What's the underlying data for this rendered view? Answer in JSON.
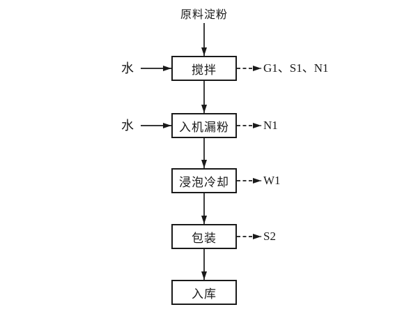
{
  "diagram": {
    "source": "原料淀粉",
    "steps": [
      {
        "label": "搅拌"
      },
      {
        "label": "入机漏粉"
      },
      {
        "label": "浸泡冷却"
      },
      {
        "label": "包装"
      },
      {
        "label": "入库"
      }
    ],
    "inputs": [
      {
        "label": "水",
        "target_step": "搅拌"
      },
      {
        "label": "水",
        "target_step": "入机漏粉"
      }
    ],
    "outputs": [
      {
        "label": "G1、S1、N1",
        "from_step": "搅拌"
      },
      {
        "label": "N1",
        "from_step": "入机漏粉"
      },
      {
        "label": "W1",
        "from_step": "浸泡冷却"
      },
      {
        "label": "S2",
        "from_step": "包装"
      }
    ],
    "colors": {
      "line": "#1a1a1a",
      "text": "#1a1a1a",
      "background": "#ffffff"
    }
  }
}
